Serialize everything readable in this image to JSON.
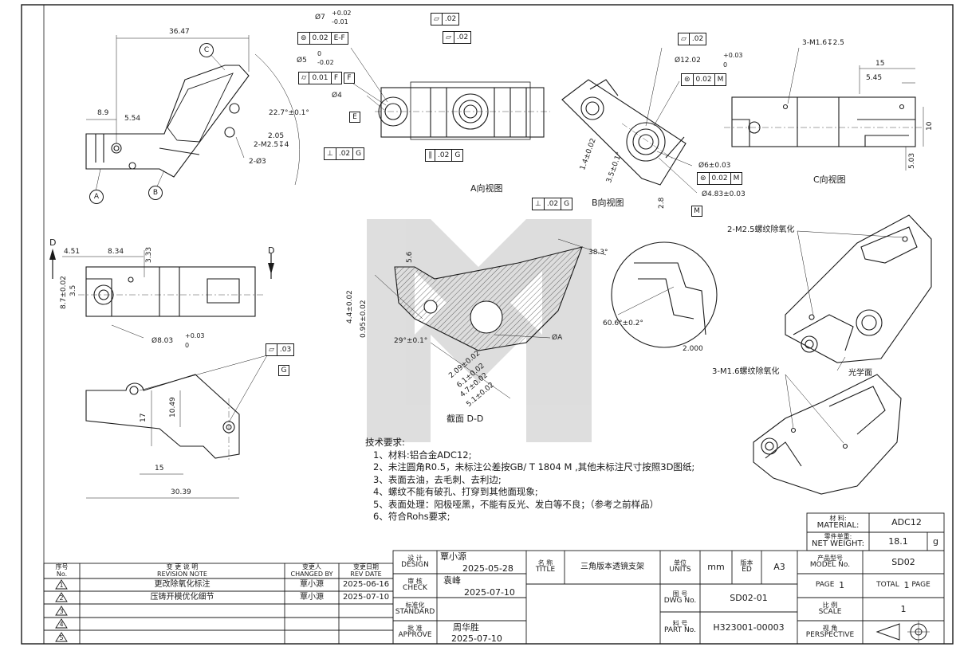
{
  "views": {
    "view_a_caption": "A向视图",
    "view_b_caption": "B向视图",
    "view_c_caption": "C向视图",
    "section_caption": "截面 D-D"
  },
  "dimensions": {
    "d1": "36.47",
    "d2": "22.7°±0.1°",
    "d3": "8.9",
    "d4": "5.54",
    "d5": "2-M2.5↧4",
    "d6": "2-Ø3",
    "d7": "2.05",
    "d8": "Ø7",
    "d9": "+0.02",
    "d10": "-0.01",
    "d11": "Ø5",
    "d12": "0",
    "d13": "-0.02",
    "d14": "Ø4",
    "d15": "Ø12.02",
    "d16": "+0.03",
    "d17": "0",
    "d18": "Ø6±0.03",
    "d19": "Ø4.83±0.03",
    "d20": "1.4±0.02",
    "d21": "3.5±0.1°",
    "d22": "2.8",
    "d23": "3-M1.6↧2.5",
    "d24": "15",
    "d25": "5.45",
    "d26": "10",
    "d27": "5.03",
    "d28": "4.51",
    "d29": "8.34",
    "d30": "3.33",
    "d31": "8.7±0.02",
    "d32": "3.5",
    "d33": "Ø8.03",
    "d34": "+0.03",
    "d35": "0",
    "d36": "10.49",
    "d37": "17",
    "d38": "15",
    "d39": "30.39",
    "d40": "38.3°",
    "d41": "5.6",
    "d42": "4.4±0.02",
    "d43": "0.95±0.02",
    "d44": "29°±0.1°",
    "d45": "2.09±0.02",
    "d46": "6.1±0.02",
    "d47": "4.7±0.02",
    "d48": "5.1±0.02",
    "d49": "60.6°±0.2°",
    "d50": "2.000",
    "d51": "ØA",
    "d52": "2-M2.5螺纹除氧化",
    "d53": "3-M1.6螺纹除氧化",
    "d54": "光学面"
  },
  "balloons": {
    "a": "A",
    "b": "B",
    "c": "C"
  },
  "datums": {
    "d": "D",
    "e": "E",
    "f": "F",
    "g": "G",
    "m": "M"
  },
  "fcf": {
    "f1": {
      "sym": "⏥",
      "tol": ".02"
    },
    "f2": {
      "sym": "⊚",
      "tol": "0.02",
      "ref": "E-F"
    },
    "f3": {
      "sym": "⏥",
      "tol": ".02"
    },
    "f4": {
      "sym": "⌭",
      "tol": "0.01",
      "ref": "F"
    },
    "f5": {
      "sym": "⊥",
      "tol": ".02",
      "ref": "G"
    },
    "f6": {
      "sym": "∥",
      "tol": ".02",
      "ref": "G"
    },
    "f7": {
      "sym": "⏥",
      "tol": ".02"
    },
    "f8": {
      "sym": "⊚",
      "tol": "0.02",
      "ref": "M"
    },
    "f9": {
      "sym": "⊚",
      "tol": "0.02",
      "ref": "M"
    },
    "f10": {
      "sym": "⊥",
      "tol": ".02",
      "ref": "G"
    },
    "f11": {
      "sym": "⏥",
      "tol": ".03"
    }
  },
  "notes": {
    "title": "技术要求:",
    "items": [
      "1、材料:铝合金ADC12;",
      "2、未注圆角R0.5，未标注公差按GB/ T 1804 M ,其他未标注尺寸按照3D图纸;",
      "3、表面去油，去毛刺、去利边;",
      "4、螺纹不能有破孔、打穿到其他面现象;",
      "5、表面处理：阳极哑黑，不能有反光、发白等不良；（参考之前样品）",
      "6、符合Rohs要求;"
    ]
  },
  "title_block": {
    "material_label_cn": "材 料:",
    "material_label_en": "MATERIAL:",
    "material_value": "ADC12",
    "weight_label_cn": "零件单重:",
    "weight_label_en": "NET WEIGHT:",
    "weight_value": "18.1",
    "weight_unit": "g",
    "revision": {
      "h_no_cn": "序号",
      "h_no_en": "No.",
      "h_note_cn": "变 更 说 明",
      "h_note_en": "REVISION NOTE",
      "h_by_cn": "变更人",
      "h_by_en": "CHANGED BY",
      "h_date_cn": "变更日期",
      "h_date_en": "REV DATE",
      "rows": [
        {
          "no": "1",
          "note": "更改除氧化标注",
          "by": "覃小源",
          "date": "2025-06-16"
        },
        {
          "no": "2",
          "note": "压铸开模优化细节",
          "by": "覃小源",
          "date": "2025-07-10"
        },
        {
          "no": "3",
          "note": "",
          "by": "",
          "date": ""
        },
        {
          "no": "4",
          "note": "",
          "by": "",
          "date": ""
        },
        {
          "no": "5",
          "note": "",
          "by": "",
          "date": ""
        }
      ]
    },
    "design_cn": "设 计",
    "design_en": "DESIGN",
    "design_name": "覃小源",
    "design_date": "2025-05-28",
    "check_cn": "审 核",
    "check_en": "CHECK",
    "check_name": "袁峰",
    "check_date": "2025-07-10",
    "standard_cn": "标准化",
    "standard_en": "STANDARD",
    "approve_cn": "批 准",
    "approve_en": "APPROVE",
    "approve_name": "周华胜",
    "approve_date": "2025-07-10",
    "name_cn": "名 称",
    "name_en": "TITLE",
    "name_value": "三角版本透镜支架",
    "units_cn": "单位",
    "units_en": "UNITS",
    "units_value": "mm",
    "ed_cn": "版本",
    "ed_en": "ED",
    "ed_value": "A3",
    "model_cn": "产品型号",
    "model_en": "MODEL No.",
    "model_value": "SD02",
    "dwg_cn": "图 号",
    "dwg_en": "DWG No.",
    "dwg_value": "SD02-01",
    "page_label": "PAGE",
    "page_value": "1",
    "total_label": "TOTAL",
    "total_value": "1",
    "total_page_label": "PAGE",
    "part_cn": "料 号",
    "part_en": "PART No.",
    "part_value": "H323001-00003",
    "scale_cn": "比 例",
    "scale_en": "SCALE",
    "scale_value": "1",
    "persp_cn": "视 角",
    "persp_en": "PERSPECTIVE"
  }
}
